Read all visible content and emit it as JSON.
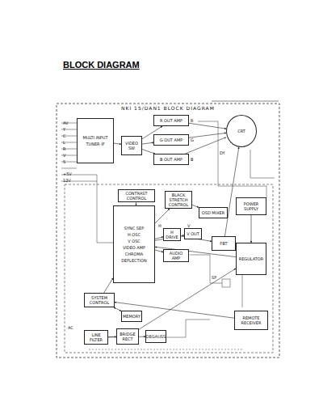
{
  "diagram": {
    "title": "BLOCK DIAGRAM",
    "nodes": [
      {
        "text": [
          "MULTI INPUT",
          "TUNER IF"
        ]
      },
      {
        "text": [
          "VIDEO SW"
        ]
      },
      {
        "text": [
          "R OUT AMP"
        ]
      },
      {
        "text": [
          "G OUT AMP"
        ]
      },
      {
        "text": [
          "B OUT AMP"
        ]
      },
      {
        "text": [
          "CRT"
        ]
      },
      {
        "text": [
          "CONTRAST CONTROL"
        ]
      },
      {
        "text": [
          "SYNC SEP",
          "H OSC",
          "V OSC",
          "VIDEO AMP",
          "CHROMA",
          "DEFLECTION"
        ]
      },
      {
        "text": [
          "BLACK STRETCH CONTROL"
        ]
      },
      {
        "text": [
          "OSD MIXER"
        ]
      },
      {
        "text": [
          "V OUT"
        ]
      },
      {
        "text": [
          "H DRIVE"
        ]
      },
      {
        "text": [
          "FBT"
        ]
      },
      {
        "text": [
          "POWER SUPPLY"
        ]
      },
      {
        "text": [
          "REGULATOR"
        ]
      },
      {
        "text": [
          "AUDIO AMP"
        ]
      },
      {
        "text": [
          "SYSTEM CONTROL"
        ]
      },
      {
        "text": [
          "LINE FILTER"
        ]
      },
      {
        "text": [
          "BRIDGE RECT"
        ]
      },
      {
        "text": [
          "DEGAUSS"
        ]
      },
      {
        "text": [
          "REMOTE RECEIVER"
        ]
      },
      {
        "text": [
          "MEMORY"
        ]
      }
    ],
    "edges": [
      {
        "from": 0,
        "to": 1,
        "arrow": "to"
      },
      {
        "from": 1,
        "to": 2,
        "arrow": "to"
      },
      {
        "from": 1,
        "to": 3,
        "arrow": "to"
      },
      {
        "from": 1,
        "to": 4,
        "arrow": "to"
      },
      {
        "from": 2,
        "to": 5,
        "arrow": "to"
      },
      {
        "from": 3,
        "to": 5,
        "arrow": "to"
      },
      {
        "from": 4,
        "to": 5,
        "arrow": "to"
      },
      {
        "from": 6,
        "to": 7,
        "arrow": "to"
      },
      {
        "from": 7,
        "to": 8,
        "arrow": "to"
      },
      {
        "from": 8,
        "to": 9,
        "arrow": "to"
      },
      {
        "from": 7,
        "to": 11,
        "arrow": "to"
      },
      {
        "from": 7,
        "to": 10,
        "arrow": "to"
      },
      {
        "from": 11,
        "to": 12,
        "arrow": "to"
      },
      {
        "from": 12,
        "to": 5,
        "arrow": "to"
      },
      {
        "from": 13,
        "to": 14,
        "arrow": "to"
      },
      {
        "from": 14,
        "to": 7,
        "arrow": "to"
      },
      {
        "from": 7,
        "to": 15,
        "arrow": "to"
      },
      {
        "from": 16,
        "to": 7,
        "arrow": "to"
      },
      {
        "from": 17,
        "to": 18,
        "arrow": "to"
      },
      {
        "from": 18,
        "to": 14,
        "arrow": "to"
      },
      {
        "from": 17,
        "to": 19,
        "arrow": "to"
      },
      {
        "from": 20,
        "to": 16,
        "arrow": "to"
      },
      {
        "from": 21,
        "to": 16,
        "arrow": "both"
      }
    ],
    "labels": [
      "NKI 15/DAN1 BLOCK DIAGRAM",
      "AV",
      "Y",
      "C",
      "L",
      "R",
      "V",
      "S",
      "+5V",
      "12V",
      "AC",
      "R",
      "G",
      "B",
      "H",
      "V",
      "DY",
      "SP"
    ]
  }
}
